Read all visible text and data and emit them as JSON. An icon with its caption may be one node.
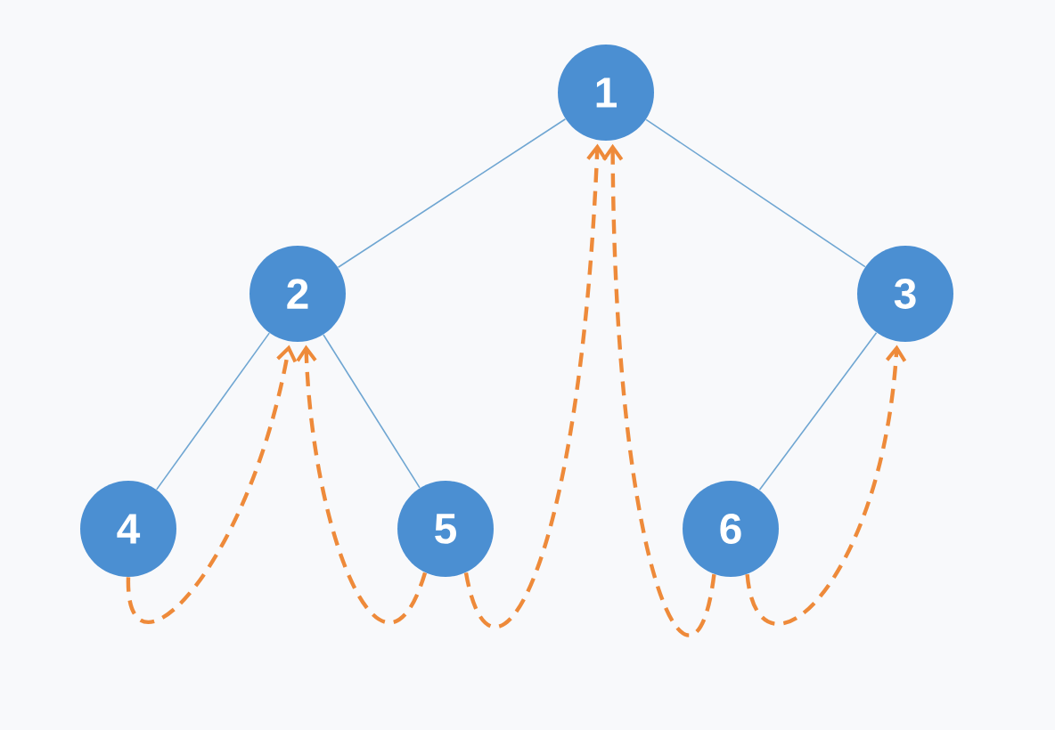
{
  "diagram": {
    "nodes": [
      {
        "text": [
          "1"
        ]
      },
      {
        "text": [
          "2"
        ]
      },
      {
        "text": [
          "3"
        ]
      },
      {
        "text": [
          "4"
        ]
      },
      {
        "text": [
          "5"
        ]
      },
      {
        "text": [
          "6"
        ]
      }
    ],
    "edges": [
      {
        "from": 0,
        "to": 1,
        "arrow": "none"
      },
      {
        "from": 0,
        "to": 2,
        "arrow": "none"
      },
      {
        "from": 1,
        "to": 3,
        "arrow": "none"
      },
      {
        "from": 1,
        "to": 4,
        "arrow": "none"
      },
      {
        "from": 2,
        "to": 5,
        "arrow": "none"
      },
      {
        "from": 3,
        "to": 1,
        "arrow": "to",
        "style": "dashed",
        "color": "#ee8a3a"
      },
      {
        "from": 4,
        "to": 1,
        "arrow": "to",
        "style": "dashed",
        "color": "#ee8a3a"
      },
      {
        "from": 4,
        "to": 0,
        "arrow": "to",
        "style": "dashed",
        "color": "#ee8a3a"
      },
      {
        "from": 5,
        "to": 0,
        "arrow": "to",
        "style": "dashed",
        "color": "#ee8a3a"
      },
      {
        "from": 5,
        "to": 2,
        "arrow": "to",
        "style": "dashed",
        "color": "#ee8a3a"
      }
    ]
  }
}
